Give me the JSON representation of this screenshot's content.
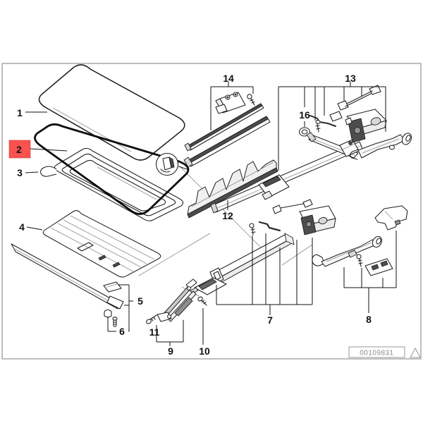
{
  "diagram_type": "exploded-parts-diagram",
  "subject": "sunroof assembly",
  "highlighted_part": "2",
  "doc_number": "00109831",
  "colors": {
    "highlight": "#f8524f",
    "line": "#1a1a1a",
    "frame_border": "#9a9a9a",
    "muted_text": "#8a8a8a"
  },
  "icons": {
    "corner_detail": "magnifier-circle-icon",
    "footer_mark": "triangle-outline-icon"
  },
  "part_labels": [
    "1",
    "2",
    "3",
    "4",
    "5",
    "6",
    "7",
    "8",
    "9",
    "10",
    "11",
    "12",
    "13",
    "14",
    "16"
  ]
}
